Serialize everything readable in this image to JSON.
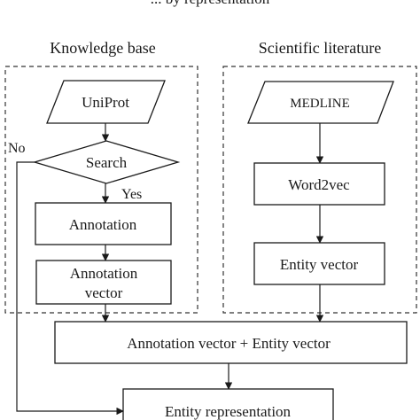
{
  "top_caption": "... by representation",
  "groups": {
    "knowledge_base": "Knowledge base",
    "scientific_literature": "Scientific literature"
  },
  "nodes": {
    "uniprot": "UniProt",
    "search": "Search",
    "annotation": "Annotation",
    "annotation_vector_line1": "Annotation",
    "annotation_vector_line2": "vector",
    "medline": "MEDLINE",
    "word2vec": "Word2vec",
    "entity_vector": "Entity vector",
    "combined": "Annotation vector + Entity vector",
    "entity_representation": "Entity representation"
  },
  "edge_labels": {
    "no": "No",
    "yes": "Yes"
  }
}
